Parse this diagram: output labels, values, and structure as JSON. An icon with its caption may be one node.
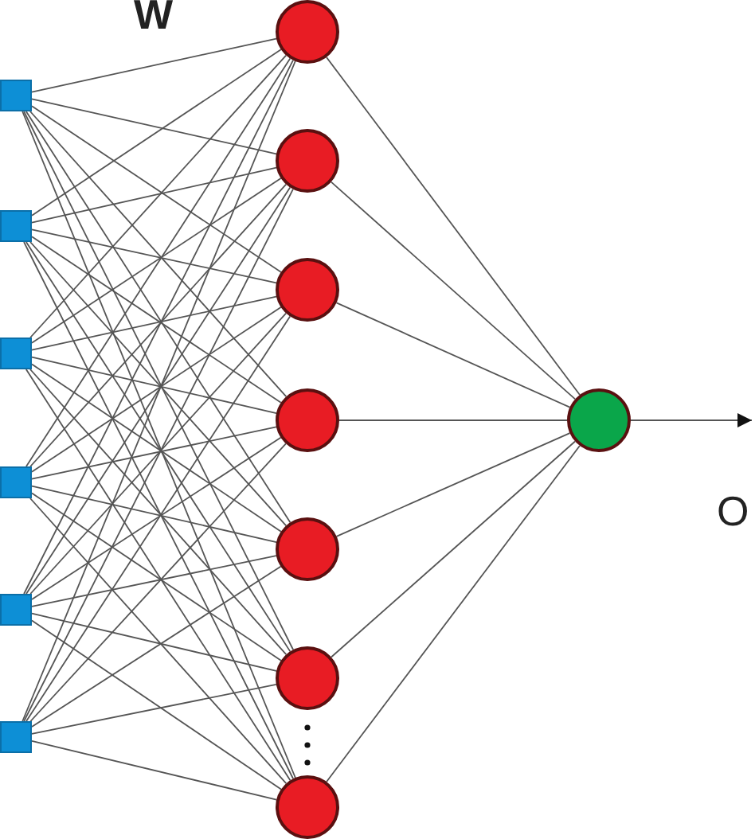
{
  "diagram": {
    "nodes": [
      {
        "text": [],
        "shape": "box"
      },
      {
        "text": [],
        "shape": "box"
      },
      {
        "text": [],
        "shape": "box"
      },
      {
        "text": [],
        "shape": "box"
      },
      {
        "text": [],
        "shape": "box"
      },
      {
        "text": [],
        "shape": "box"
      },
      {
        "text": [],
        "shape": "circle"
      },
      {
        "text": [],
        "shape": "circle"
      },
      {
        "text": [],
        "shape": "circle"
      },
      {
        "text": [],
        "shape": "circle"
      },
      {
        "text": [],
        "shape": "circle"
      },
      {
        "text": [],
        "shape": "circle"
      },
      {
        "text": [],
        "shape": "circle"
      },
      {
        "text": [],
        "shape": "circle"
      }
    ],
    "edges": [
      {
        "from": 0,
        "to": 6,
        "arrow": "none"
      },
      {
        "from": 0,
        "to": 7,
        "arrow": "none"
      },
      {
        "from": 0,
        "to": 8,
        "arrow": "none"
      },
      {
        "from": 0,
        "to": 9,
        "arrow": "none"
      },
      {
        "from": 0,
        "to": 10,
        "arrow": "none"
      },
      {
        "from": 0,
        "to": 11,
        "arrow": "none"
      },
      {
        "from": 0,
        "to": 12,
        "arrow": "none"
      },
      {
        "from": 1,
        "to": 6,
        "arrow": "none"
      },
      {
        "from": 1,
        "to": 7,
        "arrow": "none"
      },
      {
        "from": 1,
        "to": 8,
        "arrow": "none"
      },
      {
        "from": 1,
        "to": 9,
        "arrow": "none"
      },
      {
        "from": 1,
        "to": 10,
        "arrow": "none"
      },
      {
        "from": 1,
        "to": 11,
        "arrow": "none"
      },
      {
        "from": 1,
        "to": 12,
        "arrow": "none"
      },
      {
        "from": 2,
        "to": 6,
        "arrow": "none"
      },
      {
        "from": 2,
        "to": 7,
        "arrow": "none"
      },
      {
        "from": 2,
        "to": 8,
        "arrow": "none"
      },
      {
        "from": 2,
        "to": 9,
        "arrow": "none"
      },
      {
        "from": 2,
        "to": 10,
        "arrow": "none"
      },
      {
        "from": 2,
        "to": 11,
        "arrow": "none"
      },
      {
        "from": 2,
        "to": 12,
        "arrow": "none"
      },
      {
        "from": 3,
        "to": 6,
        "arrow": "none"
      },
      {
        "from": 3,
        "to": 7,
        "arrow": "none"
      },
      {
        "from": 3,
        "to": 8,
        "arrow": "none"
      },
      {
        "from": 3,
        "to": 9,
        "arrow": "none"
      },
      {
        "from": 3,
        "to": 10,
        "arrow": "none"
      },
      {
        "from": 3,
        "to": 11,
        "arrow": "none"
      },
      {
        "from": 3,
        "to": 12,
        "arrow": "none"
      },
      {
        "from": 4,
        "to": 6,
        "arrow": "none"
      },
      {
        "from": 4,
        "to": 7,
        "arrow": "none"
      },
      {
        "from": 4,
        "to": 8,
        "arrow": "none"
      },
      {
        "from": 4,
        "to": 9,
        "arrow": "none"
      },
      {
        "from": 4,
        "to": 10,
        "arrow": "none"
      },
      {
        "from": 4,
        "to": 11,
        "arrow": "none"
      },
      {
        "from": 4,
        "to": 12,
        "arrow": "none"
      },
      {
        "from": 5,
        "to": 6,
        "arrow": "none"
      },
      {
        "from": 5,
        "to": 7,
        "arrow": "none"
      },
      {
        "from": 5,
        "to": 8,
        "arrow": "none"
      },
      {
        "from": 5,
        "to": 9,
        "arrow": "none"
      },
      {
        "from": 5,
        "to": 10,
        "arrow": "none"
      },
      {
        "from": 5,
        "to": 11,
        "arrow": "none"
      },
      {
        "from": 5,
        "to": 12,
        "arrow": "none"
      },
      {
        "from": 6,
        "to": 13,
        "arrow": "none"
      },
      {
        "from": 7,
        "to": 13,
        "arrow": "none"
      },
      {
        "from": 8,
        "to": 13,
        "arrow": "none"
      },
      {
        "from": 9,
        "to": 13,
        "arrow": "none"
      },
      {
        "from": 10,
        "to": 13,
        "arrow": "none"
      },
      {
        "from": 11,
        "to": 13,
        "arrow": "none"
      },
      {
        "from": 12,
        "to": 13,
        "arrow": "none"
      },
      {
        "from": 13,
        "to": null,
        "arrow": "to"
      }
    ],
    "labels": [
      "W",
      "O"
    ]
  }
}
